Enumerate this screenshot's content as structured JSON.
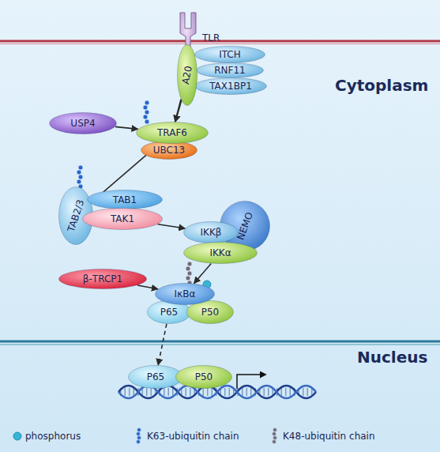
{
  "diagram": {
    "nodes": [
      {
        "text": [
          "TLR"
        ]
      },
      {
        "text": [
          "A20"
        ]
      },
      {
        "text": [
          "ITCH"
        ]
      },
      {
        "text": [
          "RNF11"
        ]
      },
      {
        "text": [
          "TAX1BP1"
        ]
      },
      {
        "text": [
          "USP4"
        ]
      },
      {
        "text": [
          "TRAF6"
        ]
      },
      {
        "text": [
          "UBC13"
        ]
      },
      {
        "text": [
          "TAB2/3"
        ]
      },
      {
        "text": [
          "TAB1"
        ]
      },
      {
        "text": [
          "TAK1"
        ]
      },
      {
        "text": [
          "NEMO"
        ]
      },
      {
        "text": [
          "IKKβ"
        ]
      },
      {
        "text": [
          "IKKα"
        ]
      },
      {
        "text": [
          "β-TRCP1"
        ]
      },
      {
        "text": [
          "IκBα"
        ]
      },
      {
        "text": [
          "P65"
        ]
      },
      {
        "text": [
          "P50"
        ]
      },
      {
        "text": [
          "P65"
        ]
      },
      {
        "text": [
          "P50"
        ]
      }
    ],
    "edges": [
      {
        "from": 0,
        "to": 6,
        "arrow": "to"
      },
      {
        "from": 1,
        "to": 6,
        "arrow": "to"
      },
      {
        "from": 5,
        "to": 6,
        "arrow": "to"
      },
      {
        "from": 6,
        "to": 8,
        "arrow": "to"
      },
      {
        "from": 10,
        "to": 12,
        "arrow": "to"
      },
      {
        "from": 13,
        "to": 15,
        "arrow": "to"
      },
      {
        "from": 14,
        "to": 15,
        "arrow": "to"
      },
      {
        "from": 16,
        "to": 18,
        "arrow": "to"
      }
    ],
    "labels": [
      "Cytoplasm",
      "Nucleus"
    ],
    "legend": [
      {
        "text": "phosphorus"
      },
      {
        "text": "K63-ubiquitin chain"
      },
      {
        "text": "K48-ubiquitin chain"
      }
    ]
  }
}
